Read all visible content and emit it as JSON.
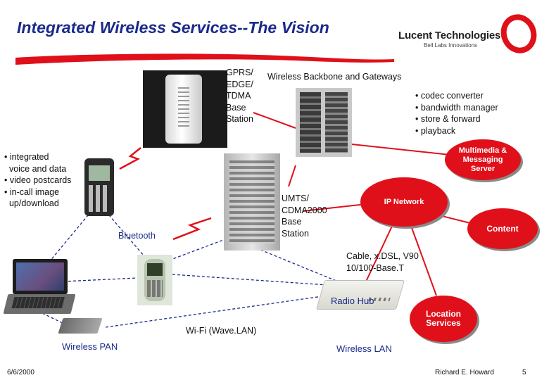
{
  "slide": {
    "title": "Integrated Wireless Services--The Vision",
    "brand": {
      "name": "Lucent Technologies",
      "tagline": "Bell Labs Innovations",
      "logo_icon": "lucent-ring-icon",
      "logo_color": "#e0101a"
    },
    "accent_red": "#e0101a",
    "title_color": "#1a2a8a"
  },
  "labels": {
    "gprs": [
      "GPRS/",
      "EDGE/",
      "TDMA",
      "Base",
      "Station"
    ],
    "backbone": "Wireless Backbone and Gateways",
    "gateway_features": [
      "• codec converter",
      "• bandwidth manager",
      "• store & forward",
      "• playback"
    ],
    "phone_features": [
      "• integrated",
      "  voice and data",
      "• video postcards",
      "• in-call image",
      "  up/download"
    ],
    "umts": [
      "UMTS/",
      "CDMA2000",
      "Base",
      "Station"
    ],
    "bluetooth": "Bluetooth",
    "cable": [
      "Cable, x.DSL, V90",
      "10/100-Base.T"
    ],
    "radio_hub": "Radio Hub",
    "wifi": "Wi-Fi (Wave.LAN)",
    "wireless_pan": "Wireless PAN",
    "wireless_lan": "Wireless LAN"
  },
  "bubbles": {
    "multimedia": [
      "Multimedia &",
      "Messaging",
      "Server"
    ],
    "ip_network": "IP Network",
    "content": "Content",
    "location": [
      "Location",
      "Services"
    ]
  },
  "footer": {
    "date": "6/6/2000",
    "author": "Richard E. Howard",
    "page": "5"
  }
}
